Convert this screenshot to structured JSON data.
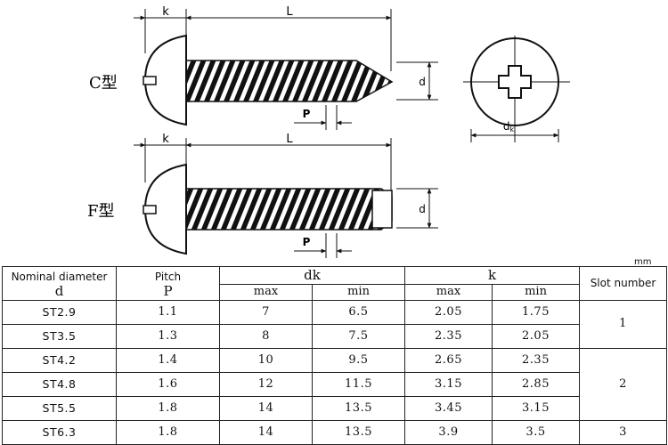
{
  "drawing": {
    "c_type_label": "C型",
    "f_type_label": "F型",
    "dim_k": "k",
    "dim_L": "L",
    "dim_d": "d",
    "dim_P": "P",
    "dim_dk_main": "d",
    "dim_dk_sub": "k"
  },
  "unit": "mm",
  "table": {
    "headers": {
      "nominal_diameter": "Nominal diameter",
      "nominal_symbol": "d",
      "pitch": "Pitch",
      "pitch_symbol": "P",
      "dk": "dk",
      "k": "k",
      "max": "max",
      "min": "min",
      "slot_number": "Slot number"
    },
    "rows": [
      {
        "d": "ST2.9",
        "p": "1.1",
        "dk_max": "7",
        "dk_min": "6.5",
        "k_max": "2.05",
        "k_min": "1.75"
      },
      {
        "d": "ST3.5",
        "p": "1.3",
        "dk_max": "8",
        "dk_min": "7.5",
        "k_max": "2.35",
        "k_min": "2.05"
      },
      {
        "d": "ST4.2",
        "p": "1.4",
        "dk_max": "10",
        "dk_min": "9.5",
        "k_max": "2.65",
        "k_min": "2.35"
      },
      {
        "d": "ST4.8",
        "p": "1.6",
        "dk_max": "12",
        "dk_min": "11.5",
        "k_max": "3.15",
        "k_min": "2.85"
      },
      {
        "d": "ST5.5",
        "p": "1.8",
        "dk_max": "14",
        "dk_min": "13.5",
        "k_max": "3.45",
        "k_min": "3.15"
      },
      {
        "d": "ST6.3",
        "p": "1.8",
        "dk_max": "14",
        "dk_min": "13.5",
        "k_max": "3.9",
        "k_min": "3.5"
      }
    ],
    "slot_numbers": [
      "1",
      "2",
      "3"
    ]
  }
}
